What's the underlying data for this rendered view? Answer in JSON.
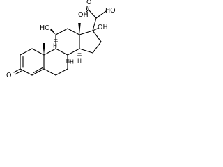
{
  "labels": {
    "acid_oh": "OH",
    "acid_o": "O",
    "ho_side": "HO",
    "oh_17": "OH",
    "ho_11": "HO",
    "h_8": "H",
    "h_9": "H",
    "h_14": "H",
    "o_3": "O"
  }
}
